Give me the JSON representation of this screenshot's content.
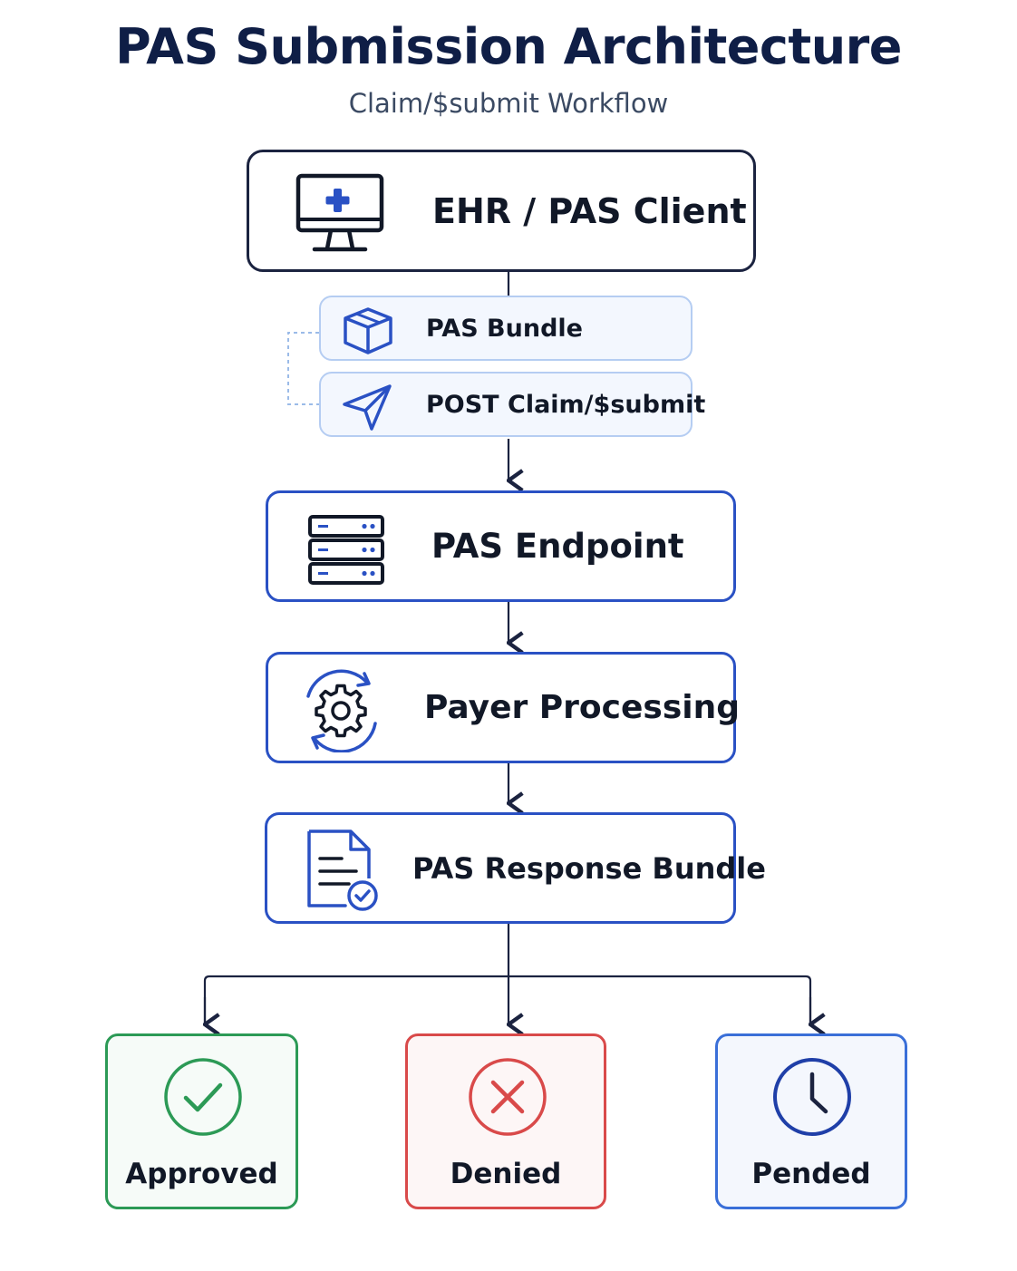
{
  "title": "PAS Submission Architecture",
  "subtitle": "Claim/$submit Workflow",
  "nodes": {
    "client": {
      "label": "EHR / PAS Client",
      "icon": "monitor-plus-icon"
    },
    "bundle": {
      "label": "PAS Bundle",
      "icon": "box-icon"
    },
    "post": {
      "label": "POST Claim/$submit",
      "icon": "send-icon"
    },
    "endpoint": {
      "label": "PAS Endpoint",
      "icon": "server-icon"
    },
    "payer": {
      "label": "Payer Processing",
      "icon": "gear-sync-icon"
    },
    "response": {
      "label": "PAS Response Bundle",
      "icon": "document-check-icon"
    }
  },
  "outcomes": {
    "approved": {
      "label": "Approved",
      "icon": "check-circle-icon",
      "color": "#2c9a56"
    },
    "denied": {
      "label": "Denied",
      "icon": "x-circle-icon",
      "color": "#d94a4a"
    },
    "pended": {
      "label": "Pended",
      "icon": "clock-icon",
      "color": "#1f3fa8"
    }
  },
  "colors": {
    "title": "#0f1e46",
    "accent": "#2a51c4",
    "dark_border": "#1b2340",
    "connector": "#1b2340"
  }
}
